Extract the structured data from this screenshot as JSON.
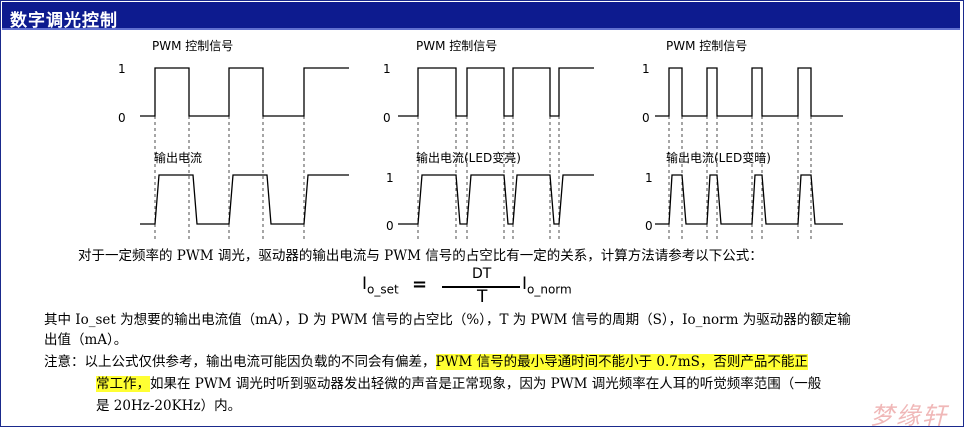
{
  "header": {
    "title": "数字调光控制"
  },
  "panels": [
    {
      "pwm_label": "PWM 控制信号",
      "out_label": "输出电流",
      "y_labels": {
        "pwm_high": "1",
        "pwm_low": "0",
        "out_high": "",
        "out_low": ""
      }
    },
    {
      "pwm_label": "PWM 控制信号",
      "out_label": "输出电流(LED变亮)",
      "y_labels": {
        "pwm_high": "1",
        "pwm_low": "0",
        "out_high": "1",
        "out_low": "0"
      }
    },
    {
      "pwm_label": "PWM 控制信号",
      "out_label": "输出电流(LED变暗)",
      "y_labels": {
        "pwm_high": "1",
        "pwm_low": "0",
        "out_high": "1",
        "out_low": "0"
      }
    }
  ],
  "text": {
    "intro": "对于一定频率的 PWM 调光，驱动器的输出电流与 PWM 信号的占空比有一定的关系，计算方法请参考以下公式：",
    "formula": {
      "lhs": "I",
      "lhs_sub": "o_set",
      "equals": "=",
      "numerator": "DT",
      "denominator": "T",
      "rhs": "I",
      "rhs_sub": "o_norm"
    },
    "explain_line1": "其中 Io_set 为想要的输出电流值（mA），D 为 PWM 信号的占空比（%），T 为 PWM 信号的周期（S），Io_norm 为驱动器的额定输",
    "explain_line2": "出值（mA）。",
    "note_prefix": "注意：以上公式仅供参考，输出电流可能因负载的不同会有偏差，",
    "note_highlight1": "PWM 信号的最小导通时间不能小于 0.7mS，否则产品不能正",
    "note_highlight2": "常工作，",
    "note_rest2": "如果在 PWM 调光时听到驱动器发出轻微的声音是正常现象，因为 PWM 调光频率在人耳的听觉频率范围（一般",
    "note_line3": "是 20Hz-20KHz）内。"
  },
  "watermark": "梦缘轩",
  "colors": {
    "header_bg": "#0d1b8f",
    "highlight": "#ffff33",
    "border": "#1a2a8c"
  }
}
